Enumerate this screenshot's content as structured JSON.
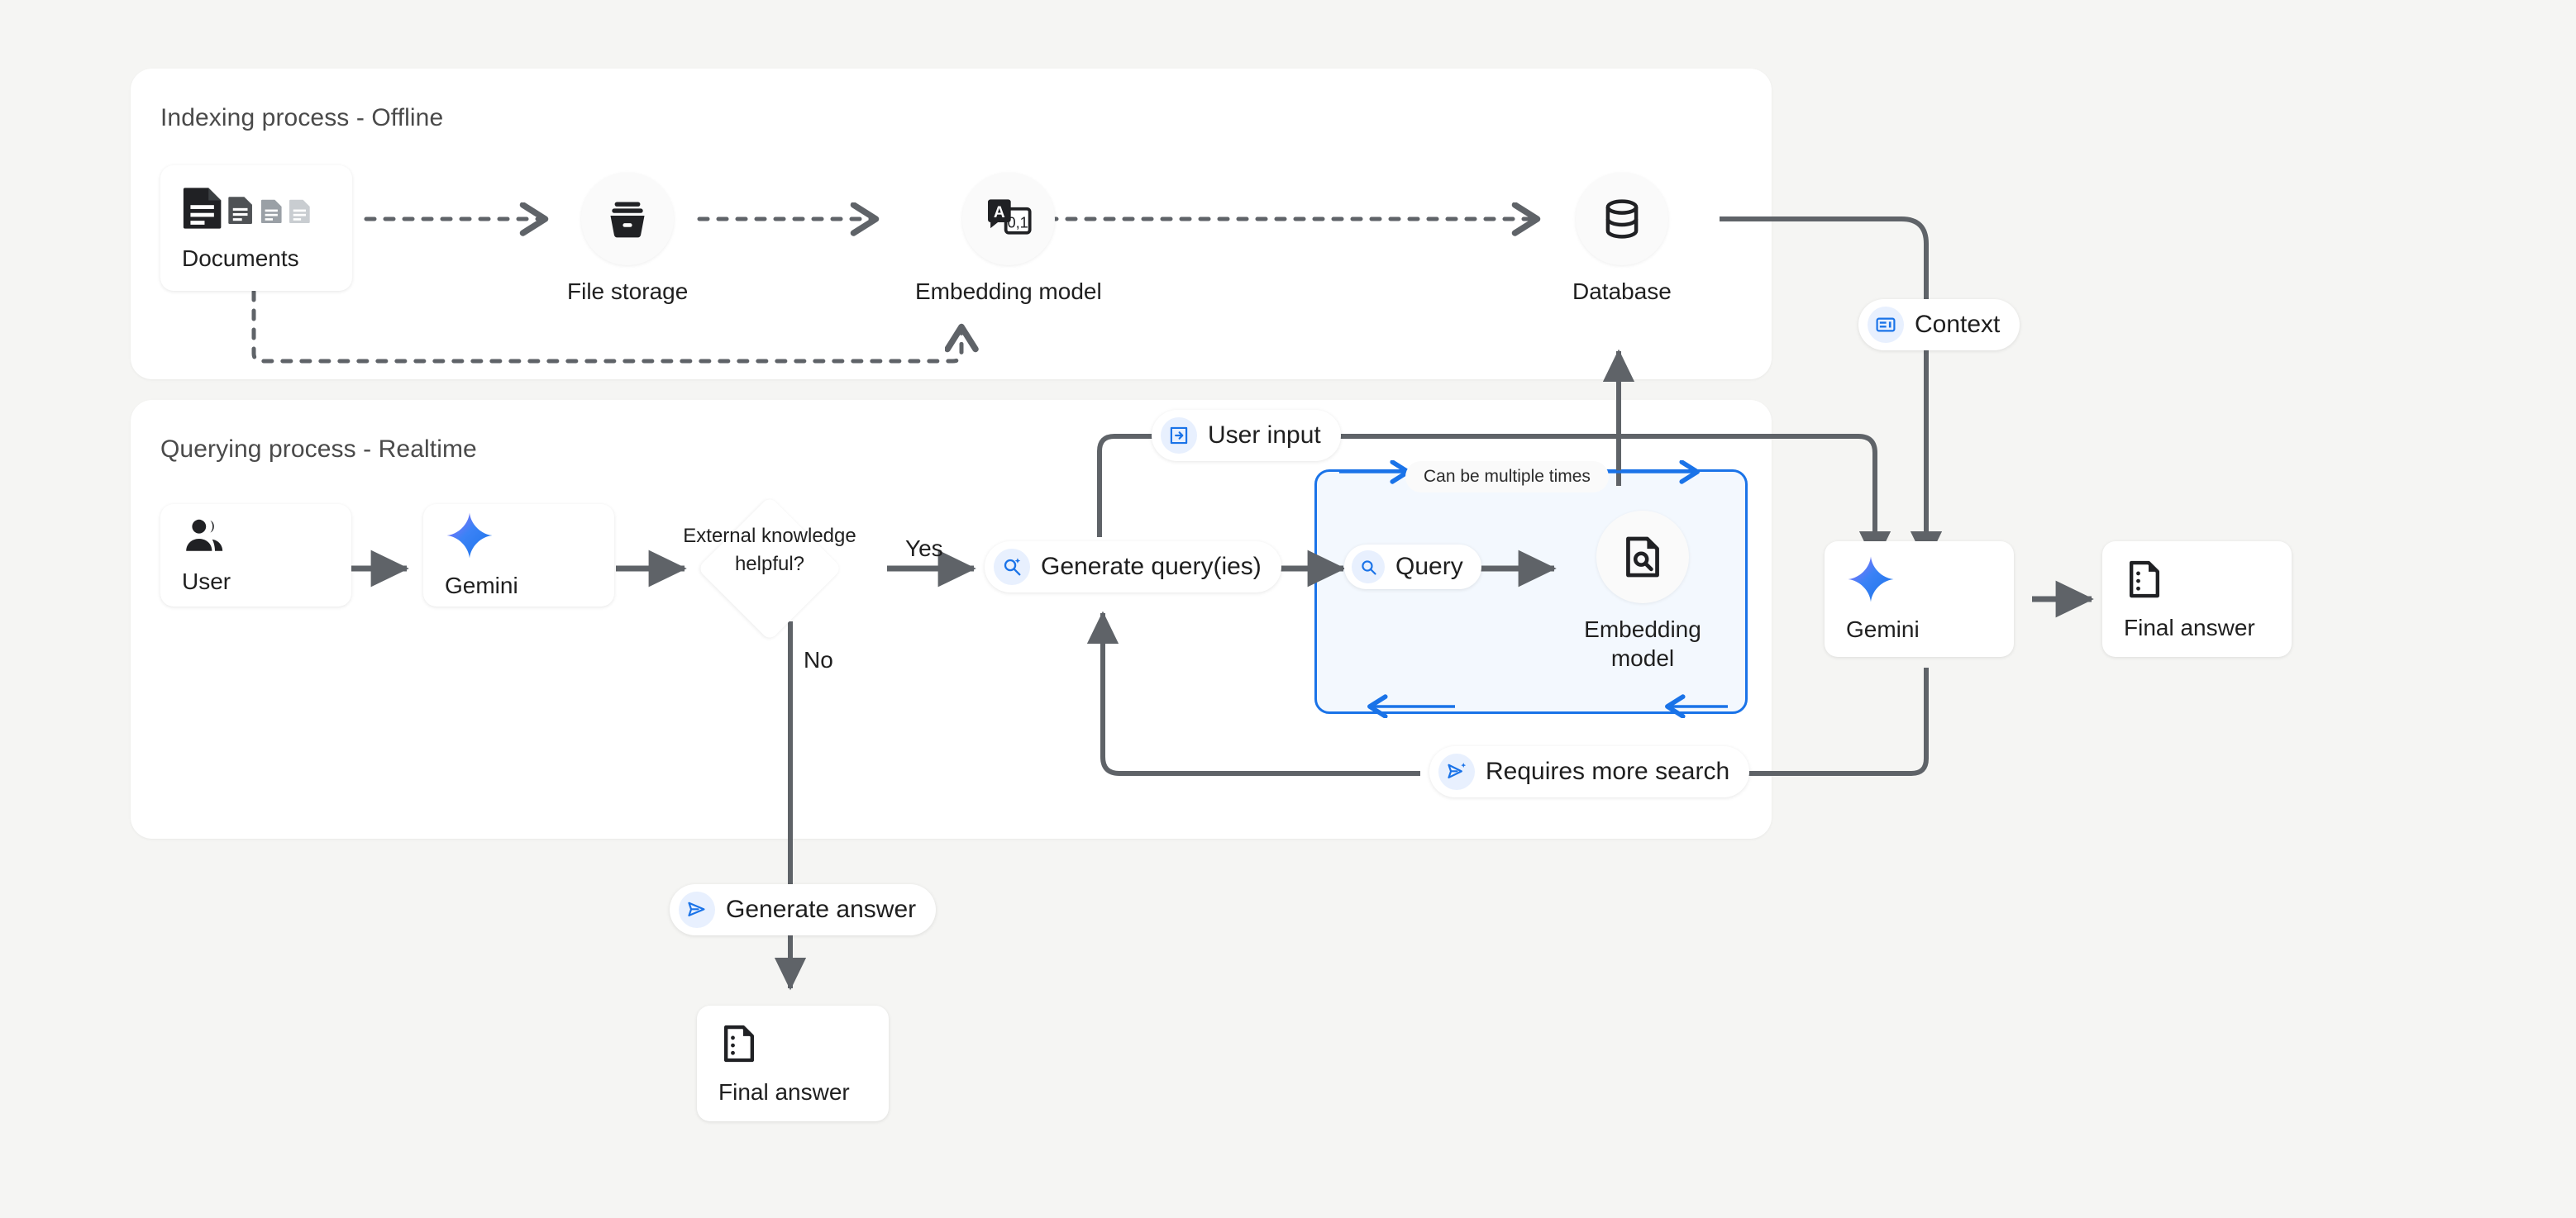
{
  "canvas": {
    "background": "#f5f5f3"
  },
  "palette": {
    "accent_blue": "#1a73e8",
    "pill_icon_bg": "#e8f0fe",
    "panel_bg": "#ffffff",
    "loop_bg": "#f3f8fe",
    "wire": "#5f6368",
    "text": "#1f1f1f",
    "title_text": "#4a4a4a"
  },
  "panels": [
    {
      "id": "indexing",
      "title": "Indexing process - Offline"
    },
    {
      "id": "querying",
      "title": "Querying process - Realtime"
    }
  ],
  "indexing": {
    "nodes": [
      {
        "id": "documents",
        "label": "Documents",
        "icon": "documents-icon",
        "shape": "card"
      },
      {
        "id": "file-storage",
        "label": "File storage",
        "icon": "file-storage-icon",
        "shape": "circle"
      },
      {
        "id": "embedding-model",
        "label": "Embedding model",
        "icon": "embedding-model-icon",
        "shape": "circle"
      },
      {
        "id": "database",
        "label": "Database",
        "icon": "database-icon",
        "shape": "circle"
      }
    ]
  },
  "querying": {
    "nodes": [
      {
        "id": "user",
        "label": "User",
        "icon": "users-icon",
        "shape": "card"
      },
      {
        "id": "gemini-1",
        "label": "Gemini",
        "icon": "gemini-star-icon",
        "shape": "card"
      },
      {
        "id": "decision",
        "label": "External knowledge helpful?",
        "shape": "diamond"
      },
      {
        "id": "embedding-model-2",
        "label": "Embedding model",
        "icon": "document-search-icon",
        "shape": "circle"
      },
      {
        "id": "gemini-2",
        "label": "Gemini",
        "icon": "gemini-star-icon",
        "shape": "card"
      },
      {
        "id": "final-answer-right",
        "label": "Final answer",
        "icon": "answer-doc-icon",
        "shape": "card"
      },
      {
        "id": "final-answer-bottom",
        "label": "Final answer",
        "icon": "answer-doc-icon",
        "shape": "card"
      }
    ],
    "pills": [
      {
        "id": "user-input",
        "label": "User input",
        "icon": "input-arrow-icon"
      },
      {
        "id": "generate-queries",
        "label": "Generate query(ies)",
        "icon": "search-sparkle-icon"
      },
      {
        "id": "query",
        "label": "Query",
        "icon": "magnifier-icon"
      },
      {
        "id": "requires-more-search",
        "label": "Requires more search",
        "icon": "send-sparkle-icon"
      },
      {
        "id": "generate-answer",
        "label": "Generate answer",
        "icon": "send-icon"
      },
      {
        "id": "context",
        "label": "Context",
        "icon": "context-card-icon"
      }
    ],
    "edge_labels": [
      {
        "id": "yes",
        "label": "Yes"
      },
      {
        "id": "no",
        "label": "No"
      },
      {
        "id": "loop-note",
        "label": "Can be multiple times"
      }
    ]
  }
}
